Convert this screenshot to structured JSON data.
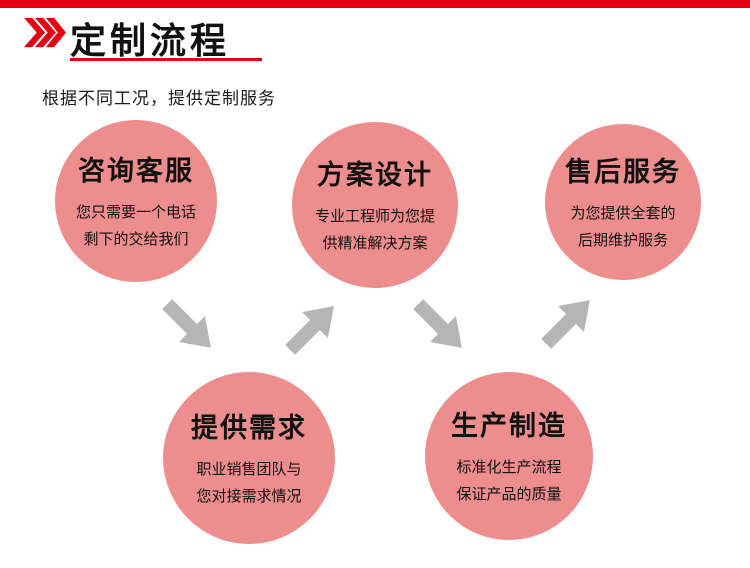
{
  "page": {
    "title": "定制流程",
    "subtitle": "根据不同工况，提供定制服务"
  },
  "colors": {
    "accent_red": "#e60012",
    "circle_pink": "#ee8d8d",
    "arrow_gray": "#b5b5b5",
    "text_black": "#111111"
  },
  "steps": [
    {
      "title": "咨询客服",
      "desc": "您只需要一个电话\n剩下的交给我们"
    },
    {
      "title": "方案设计",
      "desc": "专业工程师为您提\n供精准解决方案"
    },
    {
      "title": "售后服务",
      "desc": "为您提供全套的\n后期维护服务"
    },
    {
      "title": "提供需求",
      "desc": "职业销售团队与\n您对接需求情况"
    },
    {
      "title": "生产制造",
      "desc": "标准化生产流程\n保证产品的质量"
    }
  ],
  "arrows": [
    {
      "direction": "down-right"
    },
    {
      "direction": "up-right"
    },
    {
      "direction": "down-right"
    },
    {
      "direction": "up-right"
    }
  ]
}
